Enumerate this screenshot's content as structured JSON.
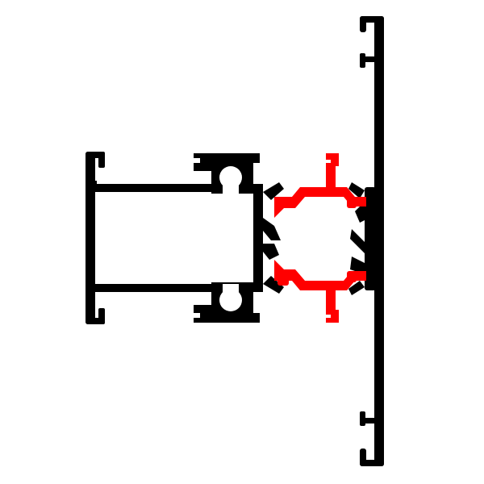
{
  "diagram": {
    "kind": "aluminium-profile-cross-section",
    "colors": {
      "background": "#ffffff",
      "profile": "#000000",
      "thermal_break": "#ff0000"
    },
    "parts": [
      {
        "name": "right-frame-profile",
        "color": "#000000"
      },
      {
        "name": "left-hollow-profile",
        "color": "#000000"
      },
      {
        "name": "thermal-break-insert",
        "color": "#ff0000"
      }
    ]
  }
}
